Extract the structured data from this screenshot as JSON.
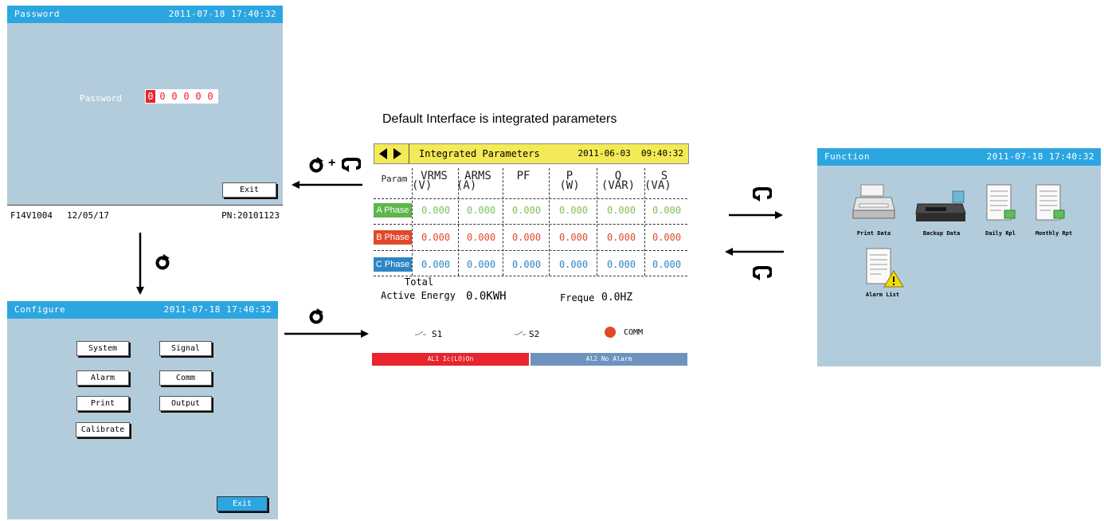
{
  "caption": "Default Interface is integrated parameters",
  "password_screen": {
    "title": "Password",
    "datetime": "2011-07-18 17:40:32",
    "label": "Password",
    "digits": [
      "0",
      "0",
      "0",
      "0",
      "0",
      "0"
    ],
    "exit_label": "Exit",
    "footer_left": "F14V1004",
    "footer_date": "12/05/17",
    "footer_right": "PN:20101123"
  },
  "configure_screen": {
    "title": "Configure",
    "datetime": "2011-07-18 17:40:32",
    "buttons": [
      "System",
      "Signal",
      "Alarm",
      "Comm",
      "Print",
      "Output",
      "Calibrate"
    ],
    "exit_label": "Exit"
  },
  "main_screen": {
    "title": "Integrated Parameters",
    "datetime": "2011-06-03  09:40:32",
    "headers": [
      {
        "top": "Param",
        "bottom": ""
      },
      {
        "top": "VRMS",
        "bottom": "(V)"
      },
      {
        "top": "ARMS",
        "bottom": "(A)"
      },
      {
        "top": "PF",
        "bottom": ""
      },
      {
        "top": "P",
        "bottom": "(W)"
      },
      {
        "top": "Q",
        "bottom": "(VAR)"
      },
      {
        "top": "S",
        "bottom": "(VA)"
      }
    ],
    "rows": [
      {
        "label": "A Phase",
        "color": "#5db54b",
        "text_color": "#7ec25c",
        "values": [
          "0.000",
          "0.000",
          "0.000",
          "0.000",
          "0.000",
          "0.000"
        ]
      },
      {
        "label": "B Phase",
        "color": "#e04a2b",
        "text_color": "#e04a2b",
        "values": [
          "0.000",
          "0.000",
          "0.000",
          "0.000",
          "0.000",
          "0.000"
        ]
      },
      {
        "label": "C Phase",
        "color": "#2d86c4",
        "text_color": "#2d86c4",
        "values": [
          "0.000",
          "0.000",
          "0.000",
          "0.000",
          "0.000",
          "0.000"
        ]
      }
    ],
    "total_label": "Total",
    "energy_label": "Active Energy",
    "energy_value": "0.0KWH",
    "freq_label": "Freque",
    "freq_value": "0.0HZ",
    "s1_label": "S1",
    "s2_label": "S2",
    "comm_label": "COMM",
    "comm_color": "#e04a2b",
    "alarm1": "AL1 Ic(LO)On",
    "alarm1_color": "#e8242c",
    "alarm2": "Al2 No Alarm",
    "alarm2_color": "#6e93bf"
  },
  "function_screen": {
    "title": "Function",
    "datetime": "2011-07-18 17:40:32",
    "items": [
      "Print Data",
      "Backup Data",
      "Daily Rpl",
      "Monthly Rpt",
      "Alarm List"
    ]
  },
  "symbols": {
    "rotate_icon": "knob-rotate-icon",
    "press_icon": "knob-press-icon",
    "plus": "+"
  }
}
